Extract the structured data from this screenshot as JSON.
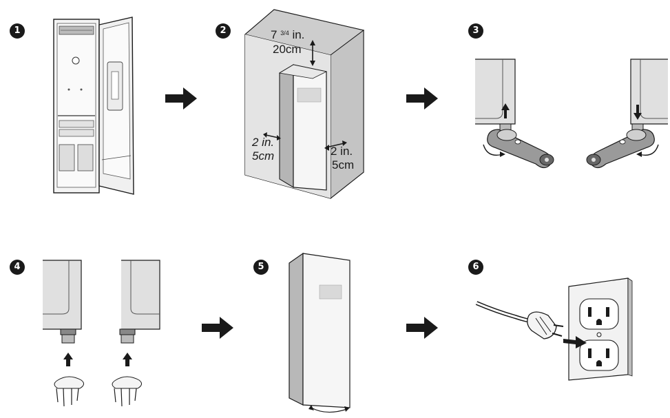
{
  "steps": [
    {
      "number": "1"
    },
    {
      "number": "2"
    },
    {
      "number": "3"
    },
    {
      "number": "4"
    },
    {
      "number": "5"
    },
    {
      "number": "6"
    }
  ],
  "step2": {
    "top_clearance_in_whole": "7",
    "top_clearance_in_frac": "3/4",
    "top_clearance_in_unit": "in.",
    "top_clearance_cm": "20cm",
    "left_clearance_in": "2 in.",
    "left_clearance_cm": "5cm",
    "right_clearance_in": "2 in.",
    "right_clearance_cm": "5cm"
  },
  "colors": {
    "ink": "#1a1a1a",
    "panel_gray": "#cfcfcf",
    "light_gray": "#ececec",
    "label_gray": "#d9d9d9"
  }
}
